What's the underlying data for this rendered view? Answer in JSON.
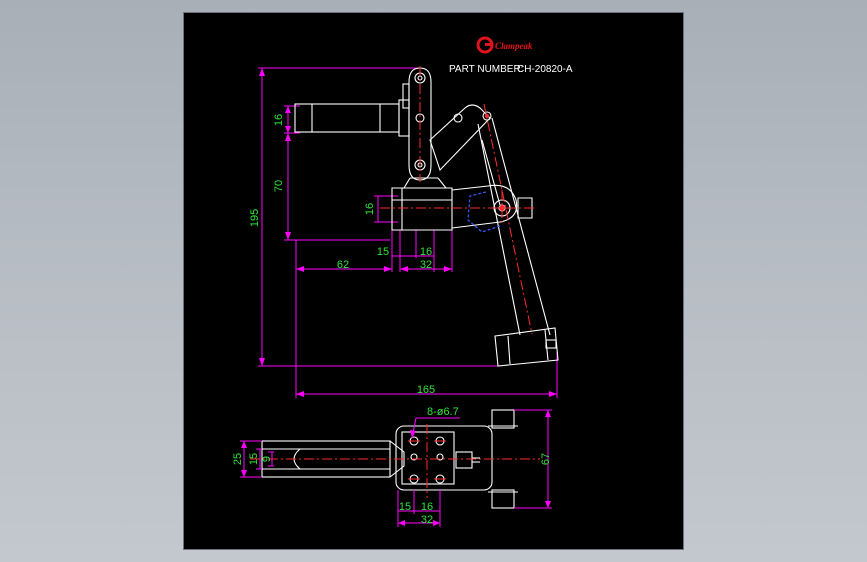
{
  "title_block": {
    "logo_text": "Clampeak",
    "part_number_label": "PART NUMBER:",
    "part_number_value": "CH-20820-A"
  },
  "dimensions": {
    "front": {
      "d16_top": "16",
      "d70": "70",
      "d195": "195",
      "d16_mid": "16",
      "d15": "15",
      "d16_base": "16",
      "d62": "62",
      "d32": "32",
      "d165": "165"
    },
    "plan": {
      "holes": "8-ø6.7",
      "d25": "25",
      "d15": "15",
      "d9": "9",
      "d67": "67",
      "d15_bottom": "15",
      "d16_bottom": "16",
      "d32_bottom": "32"
    }
  },
  "colors": {
    "background": "#000000",
    "outline": "#ffffff",
    "dimension_line": "#ff00ff",
    "dimension_text": "#2fe23a",
    "center_line": "#ff2a2a",
    "hidden_line": "#3a5cff",
    "logo": "#e0141c"
  }
}
